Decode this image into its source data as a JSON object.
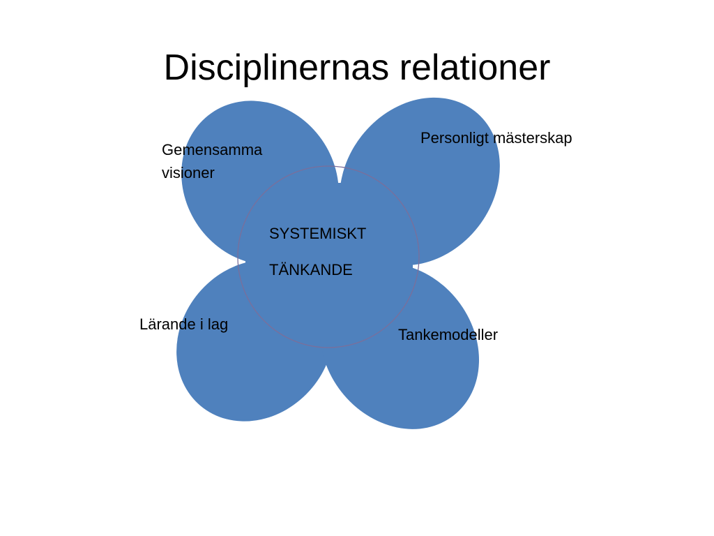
{
  "slide": {
    "title": "Disciplinernas relationer"
  },
  "diagram": {
    "petal_color": "#4f81bd",
    "circle_stroke": "#7a6f9b",
    "petals": [
      {
        "label": "Gemensamma visioner"
      },
      {
        "label": "Personligt mästerskap"
      },
      {
        "label": "Lärande i lag"
      },
      {
        "label": "Tankemodeller"
      }
    ],
    "center": {
      "line1": "SYSTEMISKT",
      "line2": "TÄNKANDE"
    }
  }
}
